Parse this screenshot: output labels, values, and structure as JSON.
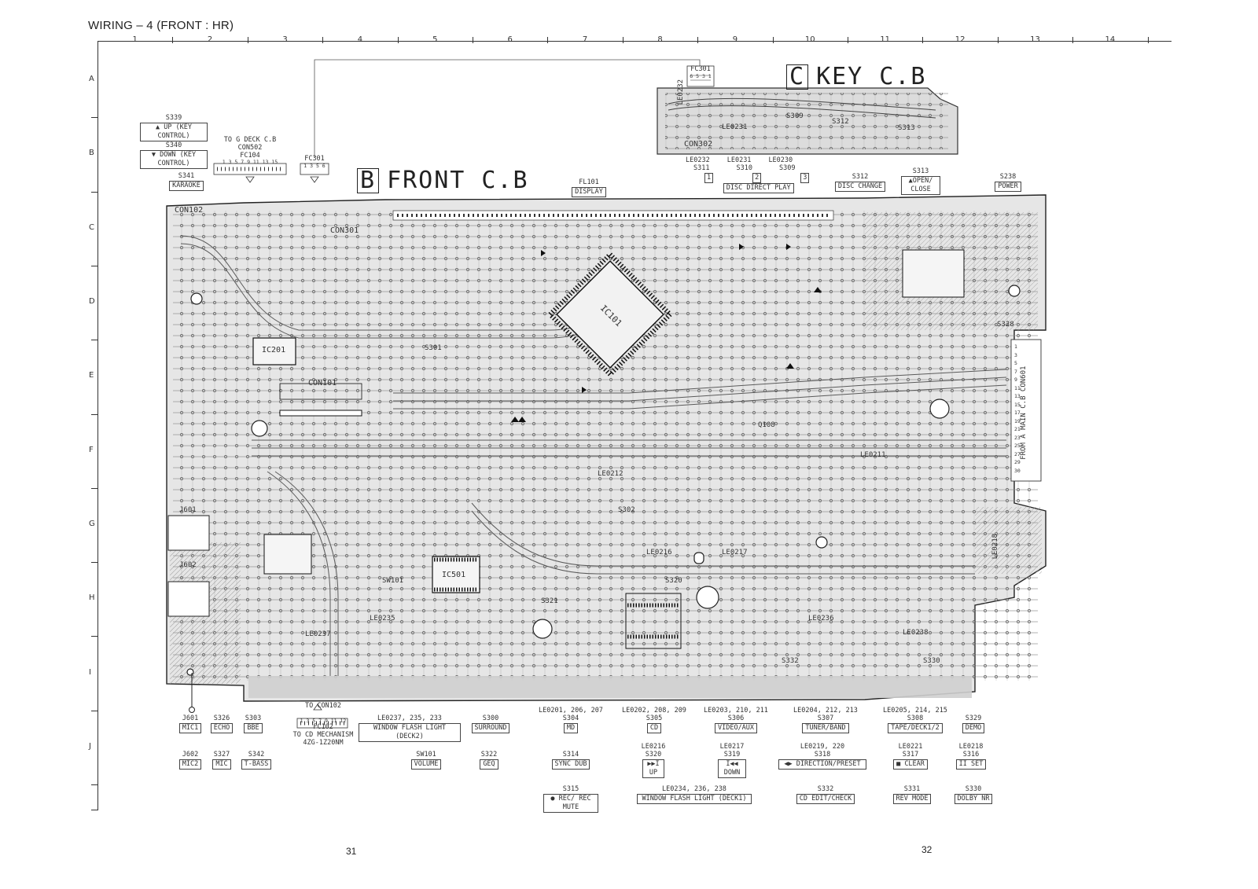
{
  "title": "WIRING – 4  (FRONT : HR)",
  "columns": [
    "1",
    "2",
    "3",
    "4",
    "5",
    "6",
    "7",
    "8",
    "9",
    "10",
    "11",
    "12",
    "13",
    "14"
  ],
  "rows": [
    "A",
    "B",
    "C",
    "D",
    "E",
    "F",
    "G",
    "H",
    "I",
    "J"
  ],
  "boards": {
    "key": {
      "letter": "C",
      "name": "KEY C.B"
    },
    "front": {
      "letter": "B",
      "name": "FRONT C.B"
    }
  },
  "pages": {
    "left": "31",
    "right": "32"
  },
  "top_labels": {
    "s339": {
      "ref": "S339",
      "text": "▲ UP (KEY CONTROL)"
    },
    "s340": {
      "ref": "S340",
      "text": "▼ DOWN (KEY CONTROL)"
    },
    "s341": {
      "ref": "S341",
      "text": "KARAOKE"
    },
    "to_deck": {
      "line1": "TO G DECK C.B",
      "line2": "CON502",
      "conn": "FC104",
      "pins": "1 3 5 7 9 11 13 15"
    },
    "fc301": {
      "ref": "FC301",
      "pins": "1 3 5 6"
    },
    "fc301_key": {
      "ref": "FC301",
      "pins": "6 5 3 1"
    },
    "fl101": {
      "ref": "FL101",
      "text": "DISPLAY"
    },
    "disc_direct": {
      "leds": [
        "LE0232",
        "LE0231",
        "LE0230"
      ],
      "switches": [
        "S311",
        "S310",
        "S309"
      ],
      "nums": [
        "1",
        "2",
        "3"
      ],
      "text": "DISC DIRECT PLAY"
    },
    "s312": {
      "ref": "S312",
      "text": "DISC CHANGE"
    },
    "s313": {
      "ref": "S313",
      "text": "▲OPEN/ CLOSE"
    },
    "s238": {
      "ref": "S238",
      "text": "POWER"
    },
    "con601": {
      "text": "FROM A MAIN C.B CON601",
      "pins": [
        "1",
        "3",
        "5",
        "7",
        "9",
        "11",
        "13",
        "15",
        "17",
        "19",
        "21",
        "23",
        "25",
        "27",
        "29",
        "30"
      ]
    }
  },
  "bottom_labels": {
    "j601": {
      "ref": "J601",
      "text": "MIC1"
    },
    "s326": {
      "ref": "S326",
      "text": "ECHO"
    },
    "s303": {
      "ref": "S303",
      "text": "BBE"
    },
    "fc102": {
      "line1": "TO CON102",
      "conn": "FC102",
      "pins": "1 3 5 7 9 11 12",
      "line2": "TO CD MECHANISM",
      "line3": "4ZG-1Z20NM"
    },
    "le0237": {
      "ref": "LE0237, 235, 233",
      "text": "WINDOW FLASH LIGHT (DECK2)"
    },
    "s300": {
      "ref": "S300",
      "text": "SURROUND"
    },
    "j602": {
      "ref": "J602",
      "text": "MIC2"
    },
    "s327": {
      "ref": "S327",
      "text": "MIC"
    },
    "s342": {
      "ref": "S342",
      "text": "T-BASS"
    },
    "sw101": {
      "ref": "SW101",
      "text": "VOLUME"
    },
    "s322": {
      "ref": "S322",
      "text": "GEQ"
    },
    "s304": {
      "leds": "LE0201, 206, 207",
      "ref": "S304",
      "text": "MD"
    },
    "s305": {
      "leds": "LE0202, 208, 209",
      "ref": "S305",
      "text": "CD"
    },
    "s306": {
      "leds": "LE0203, 210, 211",
      "ref": "S306",
      "text": "VIDEO/AUX"
    },
    "s307": {
      "leds": "LE0204, 212, 213",
      "ref": "S307",
      "text": "TUNER/BAND"
    },
    "s308": {
      "leds": "LE0205, 214, 215",
      "ref": "S308",
      "text": "TAPE/DECK1/2"
    },
    "s329": {
      "ref": "S329",
      "text": "DEMO"
    },
    "s314": {
      "ref": "S314",
      "text": "SYNC DUB"
    },
    "s320": {
      "led": "LE0216",
      "ref": "S320",
      "text": "▶▶I UP"
    },
    "s319": {
      "led": "LE0217",
      "ref": "S319",
      "text": "I◀◀ DOWN"
    },
    "s318": {
      "led": "LE0219, 220",
      "ref": "S318",
      "text": "◀▶ DIRECTION/PRESET"
    },
    "s317": {
      "led": "LE0221",
      "ref": "S317",
      "text": "■ CLEAR"
    },
    "s316": {
      "led": "LE0218",
      "ref": "S316",
      "text": "II SET"
    },
    "s315": {
      "ref": "S315",
      "text": "● REC/ REC MUTE"
    },
    "le0234": {
      "ref": "LE0234, 236, 238",
      "text": "WINDOW FLASH LIGHT (DECK1)"
    },
    "s332": {
      "ref": "S332",
      "text": "CD EDIT/CHECK"
    },
    "s331": {
      "ref": "S331",
      "text": "REV MODE"
    },
    "s330": {
      "ref": "S330",
      "text": "DOLBY NR"
    }
  },
  "board_refs": {
    "ic101": "IC101",
    "ic201": "IC201",
    "ic501": "IC501",
    "con301": "CON301",
    "con302": "CON302",
    "con102": "CON102",
    "con101": "CON101",
    "j601b": "J601",
    "j602b": "J602",
    "sw101b": "SW101",
    "le0232k": "LE0232",
    "le0231k": "LE0231",
    "s309k": "S309",
    "s312k": "S312",
    "s313k": "S313",
    "s301": "S301",
    "s302": "S302",
    "s320b": "S320",
    "s321": "S321",
    "s328": "S328",
    "le0211": "LE0211",
    "le0212": "LE0212",
    "le0216b": "LE0216",
    "le0217b": "LE0217",
    "le0218b": "LE0218",
    "le0235b": "LE0235",
    "le0236b": "LE0236",
    "le0237b": "LE0237",
    "le0238b": "LE0238",
    "s330b": "S330",
    "s332b": "S332",
    "q108": "Q108"
  }
}
